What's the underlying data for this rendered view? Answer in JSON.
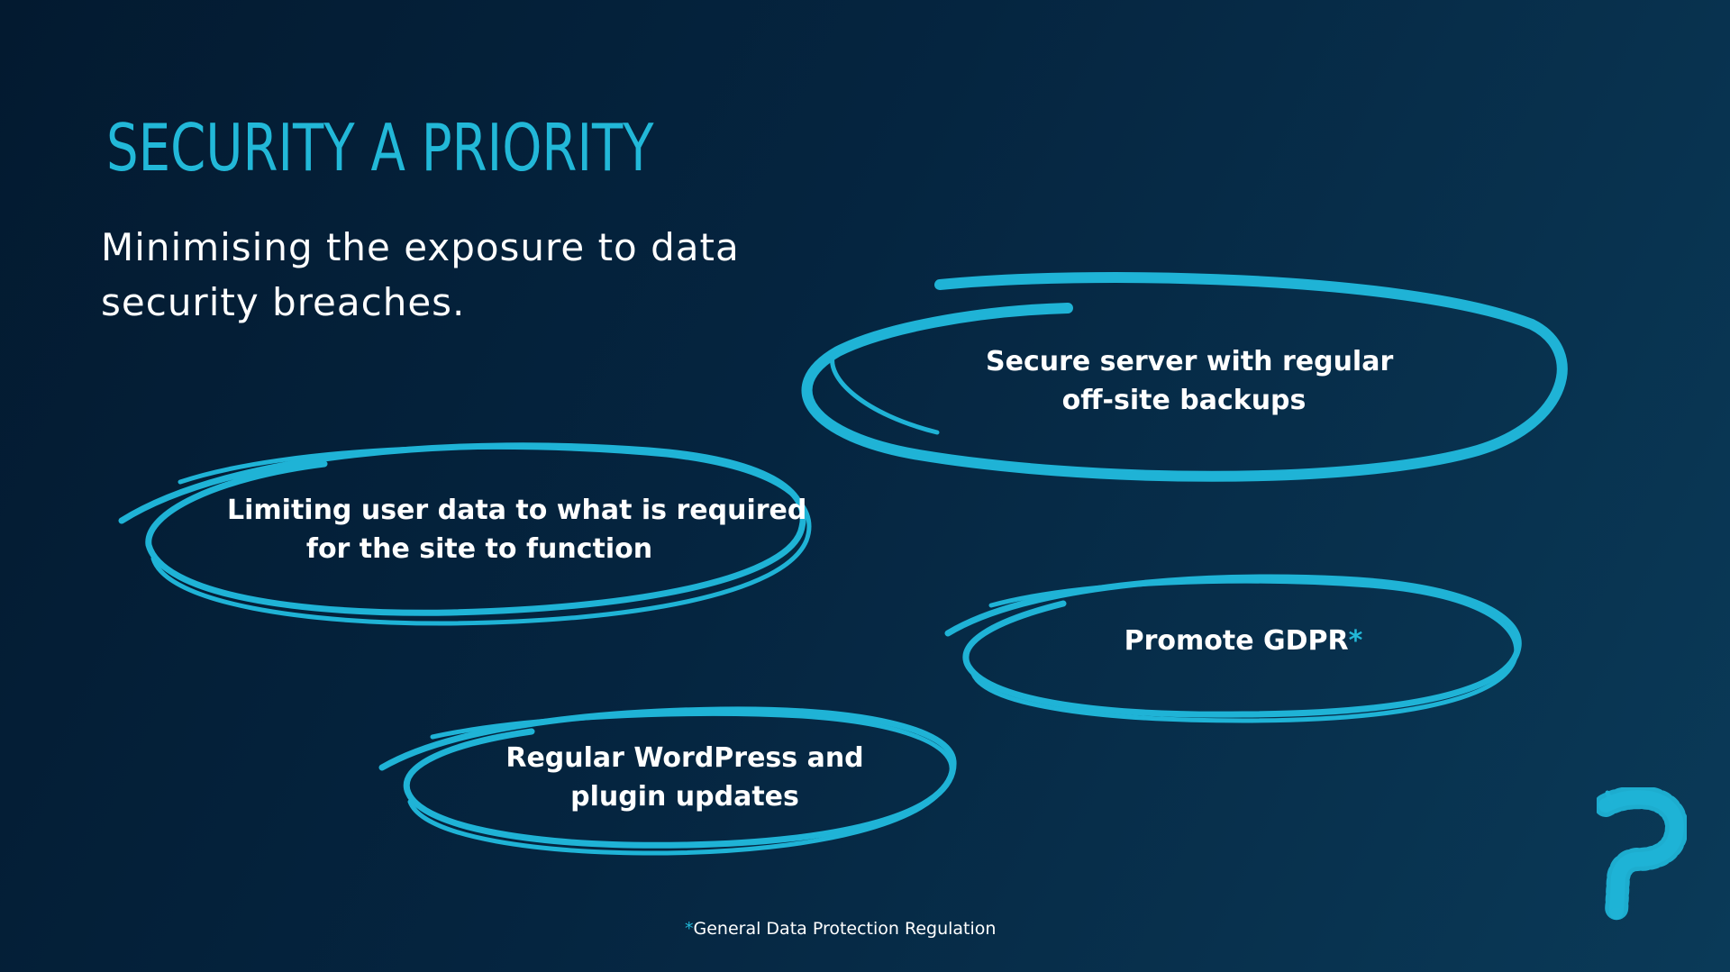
{
  "slide": {
    "title": "SECURITY A PRIORITY",
    "subtitle_line1": "Minimising the exposure to data",
    "subtitle_line2": "security breaches."
  },
  "points": {
    "server_line1": "Secure server with regular",
    "server_line2": "off-site backups",
    "user_data_line1": "Limiting user data to what is required",
    "user_data_line2": "for the site to function",
    "gdpr_text": "Promote GDPR",
    "gdpr_marker": "*",
    "updates_line1": "Regular WordPress and",
    "updates_line2": "plugin updates"
  },
  "footnote": {
    "marker": "*",
    "text": "General Data Protection Regulation"
  },
  "logo": {
    "icon": "letter-p-gear-logo-icon"
  },
  "colors": {
    "accent": "#22b8d8",
    "text": "#ffffff",
    "background_dark": "#031a30",
    "background_light": "#0a3a58"
  }
}
